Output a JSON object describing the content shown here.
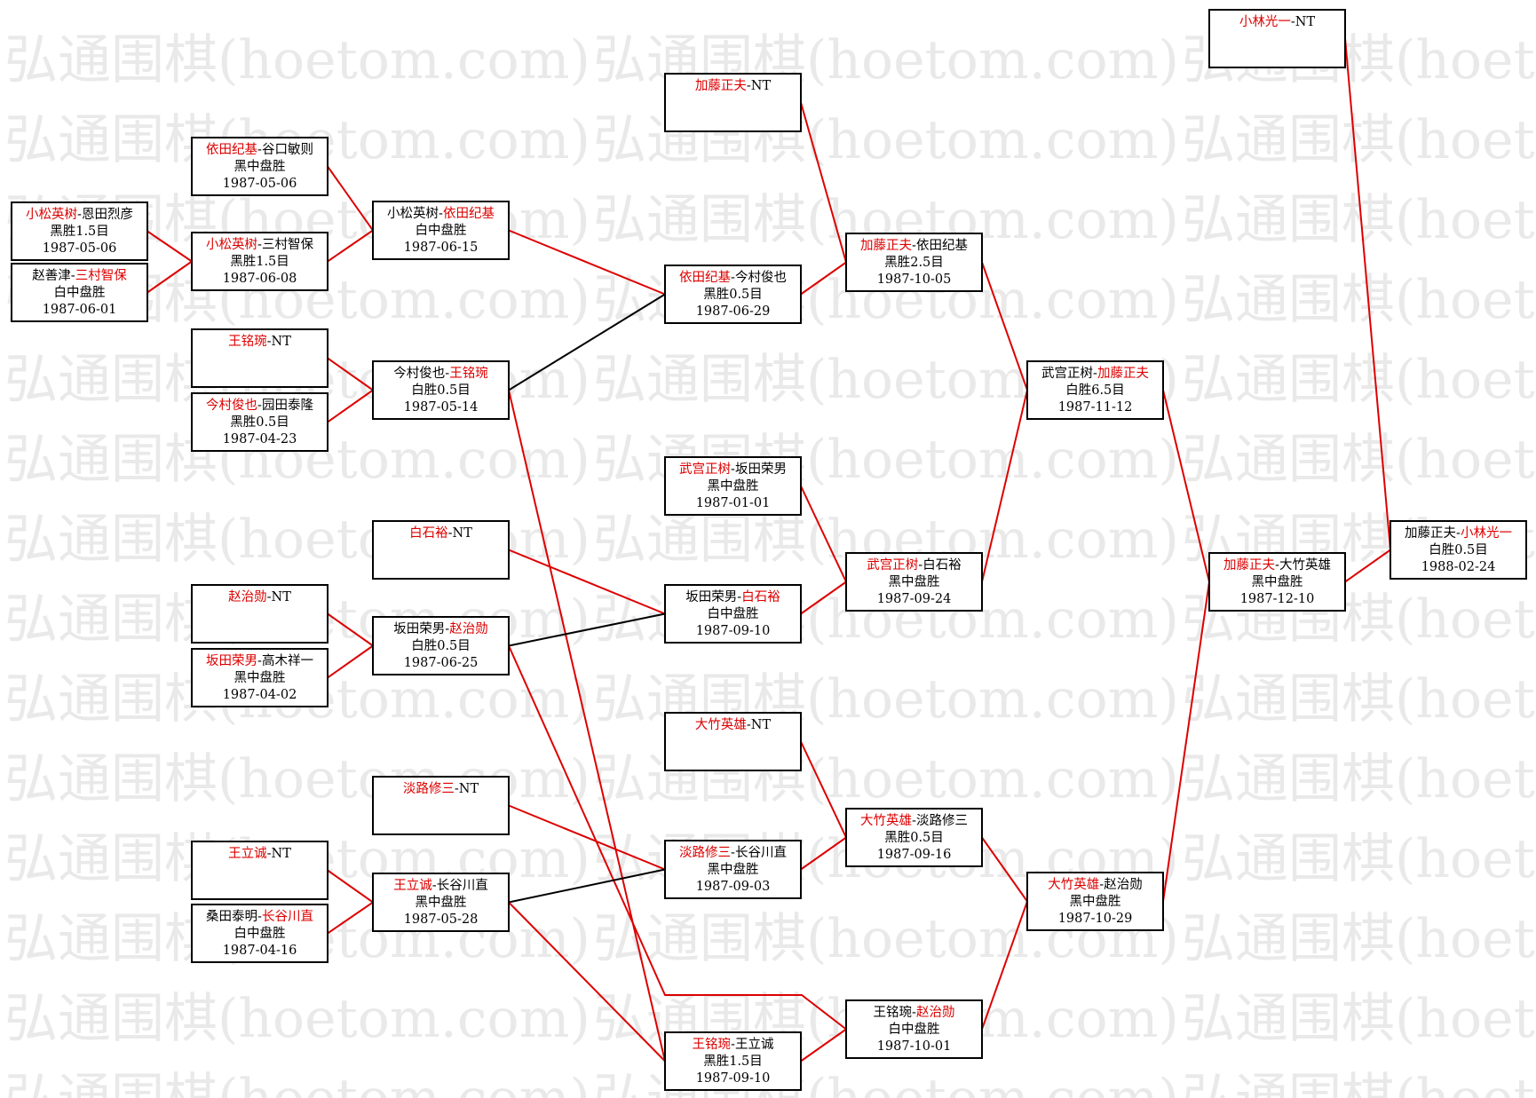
{
  "watermark": "弘通围棋(hoetom.com)",
  "colors": {
    "winner": "#dd0000",
    "win_line": "#dd0000",
    "loss_line": "#000000",
    "box_border": "#000000"
  },
  "matches": [
    {
      "id": "m_koba_enda",
      "p1": "小松英树",
      "p2": "恩田烈彦",
      "winner": 1,
      "result": "黑胜1.5目",
      "date": "1987-05-06"
    },
    {
      "id": "m_zhao_mimura",
      "p1": "赵善津",
      "p2": "三村智保",
      "winner": 2,
      "result": "白中盘胜",
      "date": "1987-06-01"
    },
    {
      "id": "m_yoda_taniguchi",
      "p1": "依田纪基",
      "p2": "谷口敏则",
      "winner": 1,
      "result": "黑中盘胜",
      "date": "1987-05-06"
    },
    {
      "id": "m_koba_mimura",
      "p1": "小松英树",
      "p2": "三村智保",
      "winner": 1,
      "result": "黑胜1.5目",
      "date": "1987-06-08"
    },
    {
      "id": "m_wang_nt",
      "p1": "王铭琬",
      "p2": "NT",
      "winner": 1,
      "result": "",
      "date": ""
    },
    {
      "id": "m_imamura_sonoda",
      "p1": "今村俊也",
      "p2": "园田泰隆",
      "winner": 1,
      "result": "黑胜0.5目",
      "date": "1987-04-23"
    },
    {
      "id": "m_chikun_nt",
      "p1": "赵治勋",
      "p2": "NT",
      "winner": 1,
      "result": "",
      "date": ""
    },
    {
      "id": "m_sakata_takagi",
      "p1": "坂田荣男",
      "p2": "高木祥一",
      "winner": 1,
      "result": "黑中盘胜",
      "date": "1987-04-02"
    },
    {
      "id": "m_wangli_nt",
      "p1": "王立诚",
      "p2": "NT",
      "winner": 1,
      "result": "",
      "date": ""
    },
    {
      "id": "m_kuwada_hasegawa",
      "p1": "桑田泰明",
      "p2": "长谷川直",
      "winner": 2,
      "result": "白中盘胜",
      "date": "1987-04-16"
    },
    {
      "id": "m_koba_yoda",
      "p1": "小松英树",
      "p2": "依田纪基",
      "winner": 2,
      "result": "白中盘胜",
      "date": "1987-06-15"
    },
    {
      "id": "m_imamura_wang",
      "p1": "今村俊也",
      "p2": "王铭琬",
      "winner": 2,
      "result": "白胜0.5目",
      "date": "1987-05-14"
    },
    {
      "id": "m_shiraishi_nt",
      "p1": "白石裕",
      "p2": "NT",
      "winner": 1,
      "result": "",
      "date": ""
    },
    {
      "id": "m_sakata_chikun",
      "p1": "坂田荣男",
      "p2": "赵治勋",
      "winner": 2,
      "result": "白胜0.5目",
      "date": "1987-06-25"
    },
    {
      "id": "m_awaji_nt",
      "p1": "淡路修三",
      "p2": "NT",
      "winner": 1,
      "result": "",
      "date": ""
    },
    {
      "id": "m_wangli_hasegawa",
      "p1": "王立诚",
      "p2": "长谷川直",
      "winner": 1,
      "result": "黑中盘胜",
      "date": "1987-05-28"
    },
    {
      "id": "m_kato_nt",
      "p1": "加藤正夫",
      "p2": "NT",
      "winner": 1,
      "result": "",
      "date": ""
    },
    {
      "id": "m_yoda_imamura",
      "p1": "依田纪基",
      "p2": "今村俊也",
      "winner": 1,
      "result": "黑胜0.5目",
      "date": "1987-06-29"
    },
    {
      "id": "m_takemiya_sakata",
      "p1": "武宫正树",
      "p2": "坂田荣男",
      "winner": 1,
      "result": "黑中盘胜",
      "date": "1987-01-01"
    },
    {
      "id": "m_sakata_shiraishi",
      "p1": "坂田荣男",
      "p2": "白石裕",
      "winner": 2,
      "result": "白中盘胜",
      "date": "1987-09-10"
    },
    {
      "id": "m_otake_nt",
      "p1": "大竹英雄",
      "p2": "NT",
      "winner": 1,
      "result": "",
      "date": ""
    },
    {
      "id": "m_awaji_hasegawa",
      "p1": "淡路修三",
      "p2": "长谷川直",
      "winner": 1,
      "result": "黑中盘胜",
      "date": "1987-09-03"
    },
    {
      "id": "m_wang_wangli",
      "p1": "王铭琬",
      "p2": "王立诚",
      "winner": 1,
      "result": "黑胜1.5目",
      "date": "1987-09-10"
    },
    {
      "id": "m_kato_yoda",
      "p1": "加藤正夫",
      "p2": "依田纪基",
      "winner": 1,
      "result": "黑胜2.5目",
      "date": "1987-10-05"
    },
    {
      "id": "m_takemiya_shiraishi",
      "p1": "武宫正树",
      "p2": "白石裕",
      "winner": 1,
      "result": "黑中盘胜",
      "date": "1987-09-24"
    },
    {
      "id": "m_otake_awaji",
      "p1": "大竹英雄",
      "p2": "淡路修三",
      "winner": 1,
      "result": "黑胜0.5目",
      "date": "1987-09-16"
    },
    {
      "id": "m_wang_chikun",
      "p1": "王铭琬",
      "p2": "赵治勋",
      "winner": 2,
      "result": "白中盘胜",
      "date": "1987-10-01"
    },
    {
      "id": "m_takemiya_kato",
      "p1": "武宫正树",
      "p2": "加藤正夫",
      "winner": 2,
      "result": "白胜6.5目",
      "date": "1987-11-12"
    },
    {
      "id": "m_otake_chikun",
      "p1": "大竹英雄",
      "p2": "赵治勋",
      "winner": 1,
      "result": "黑中盘胜",
      "date": "1987-10-29"
    },
    {
      "id": "m_kato_otake",
      "p1": "加藤正夫",
      "p2": "大竹英雄",
      "winner": 1,
      "result": "黑中盘胜",
      "date": "1987-12-10"
    },
    {
      "id": "m_kobayashi_nt",
      "p1": "小林光一",
      "p2": "NT",
      "winner": 1,
      "result": "",
      "date": ""
    },
    {
      "id": "m_kato_kobayashi",
      "p1": "加藤正夫",
      "p2": "小林光一",
      "winner": 2,
      "result": "白胜0.5目",
      "date": "1988-02-24"
    }
  ],
  "links": [
    {
      "from": "m_koba_enda",
      "to": "m_koba_mimura",
      "win": true
    },
    {
      "from": "m_zhao_mimura",
      "to": "m_koba_mimura",
      "win": true
    },
    {
      "from": "m_yoda_taniguchi",
      "to": "m_koba_yoda",
      "win": true
    },
    {
      "from": "m_koba_mimura",
      "to": "m_koba_yoda",
      "win": true
    },
    {
      "from": "m_wang_nt",
      "to": "m_imamura_wang",
      "win": true
    },
    {
      "from": "m_imamura_sonoda",
      "to": "m_imamura_wang",
      "win": true
    },
    {
      "from": "m_chikun_nt",
      "to": "m_sakata_chikun",
      "win": true
    },
    {
      "from": "m_sakata_takagi",
      "to": "m_sakata_chikun",
      "win": true
    },
    {
      "from": "m_wangli_nt",
      "to": "m_wangli_hasegawa",
      "win": true
    },
    {
      "from": "m_kuwada_hasegawa",
      "to": "m_wangli_hasegawa",
      "win": true
    },
    {
      "from": "m_koba_yoda",
      "to": "m_yoda_imamura",
      "win": true
    },
    {
      "from": "m_imamura_wang",
      "to": "m_yoda_imamura",
      "win": false
    },
    {
      "from": "m_imamura_wang",
      "to": "m_wang_wangli",
      "win": true
    },
    {
      "from": "m_shiraishi_nt",
      "to": "m_sakata_shiraishi",
      "win": true
    },
    {
      "from": "m_sakata_chikun",
      "to": "m_sakata_shiraishi",
      "win": false
    },
    {
      "from": "m_sakata_chikun",
      "to": "m_wang_chikun",
      "win": true,
      "elbow": true
    },
    {
      "from": "m_awaji_nt",
      "to": "m_awaji_hasegawa",
      "win": true
    },
    {
      "from": "m_wangli_hasegawa",
      "to": "m_awaji_hasegawa",
      "win": false
    },
    {
      "from": "m_wangli_hasegawa",
      "to": "m_wang_wangli",
      "win": true
    },
    {
      "from": "m_kato_nt",
      "to": "m_kato_yoda",
      "win": true
    },
    {
      "from": "m_yoda_imamura",
      "to": "m_kato_yoda",
      "win": true
    },
    {
      "from": "m_takemiya_sakata",
      "to": "m_takemiya_shiraishi",
      "win": true
    },
    {
      "from": "m_sakata_shiraishi",
      "to": "m_takemiya_shiraishi",
      "win": true
    },
    {
      "from": "m_otake_nt",
      "to": "m_otake_awaji",
      "win": true
    },
    {
      "from": "m_awaji_hasegawa",
      "to": "m_otake_awaji",
      "win": true
    },
    {
      "from": "m_wang_wangli",
      "to": "m_wang_chikun",
      "win": true
    },
    {
      "from": "m_kato_yoda",
      "to": "m_takemiya_kato",
      "win": true
    },
    {
      "from": "m_takemiya_shiraishi",
      "to": "m_takemiya_kato",
      "win": true
    },
    {
      "from": "m_otake_awaji",
      "to": "m_otake_chikun",
      "win": true
    },
    {
      "from": "m_wang_chikun",
      "to": "m_otake_chikun",
      "win": true
    },
    {
      "from": "m_takemiya_kato",
      "to": "m_kato_otake",
      "win": true
    },
    {
      "from": "m_otake_chikun",
      "to": "m_kato_otake",
      "win": true
    },
    {
      "from": "m_kato_otake",
      "to": "m_kato_kobayashi",
      "win": true
    },
    {
      "from": "m_kobayashi_nt",
      "to": "m_kato_kobayashi",
      "win": true
    }
  ]
}
